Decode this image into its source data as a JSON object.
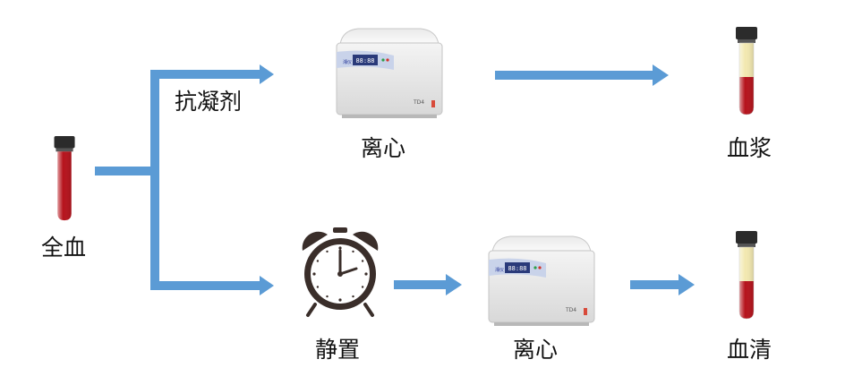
{
  "labels": {
    "whole_blood": "全血",
    "anticoagulant": "抗凝剂",
    "centrifuge_top": "离心",
    "plasma": "血浆",
    "stand": "静置",
    "centrifuge_bottom": "离心",
    "serum": "血清"
  },
  "centrifuge": {
    "model": "TD4",
    "display": "88:88",
    "brand": "湘仪"
  },
  "colors": {
    "arrow": "#5b9bd5",
    "blood": "#b5121b",
    "plasma": "#f2e8b0",
    "cap": "#2b2b2b",
    "clock": "#3a2e2a"
  }
}
